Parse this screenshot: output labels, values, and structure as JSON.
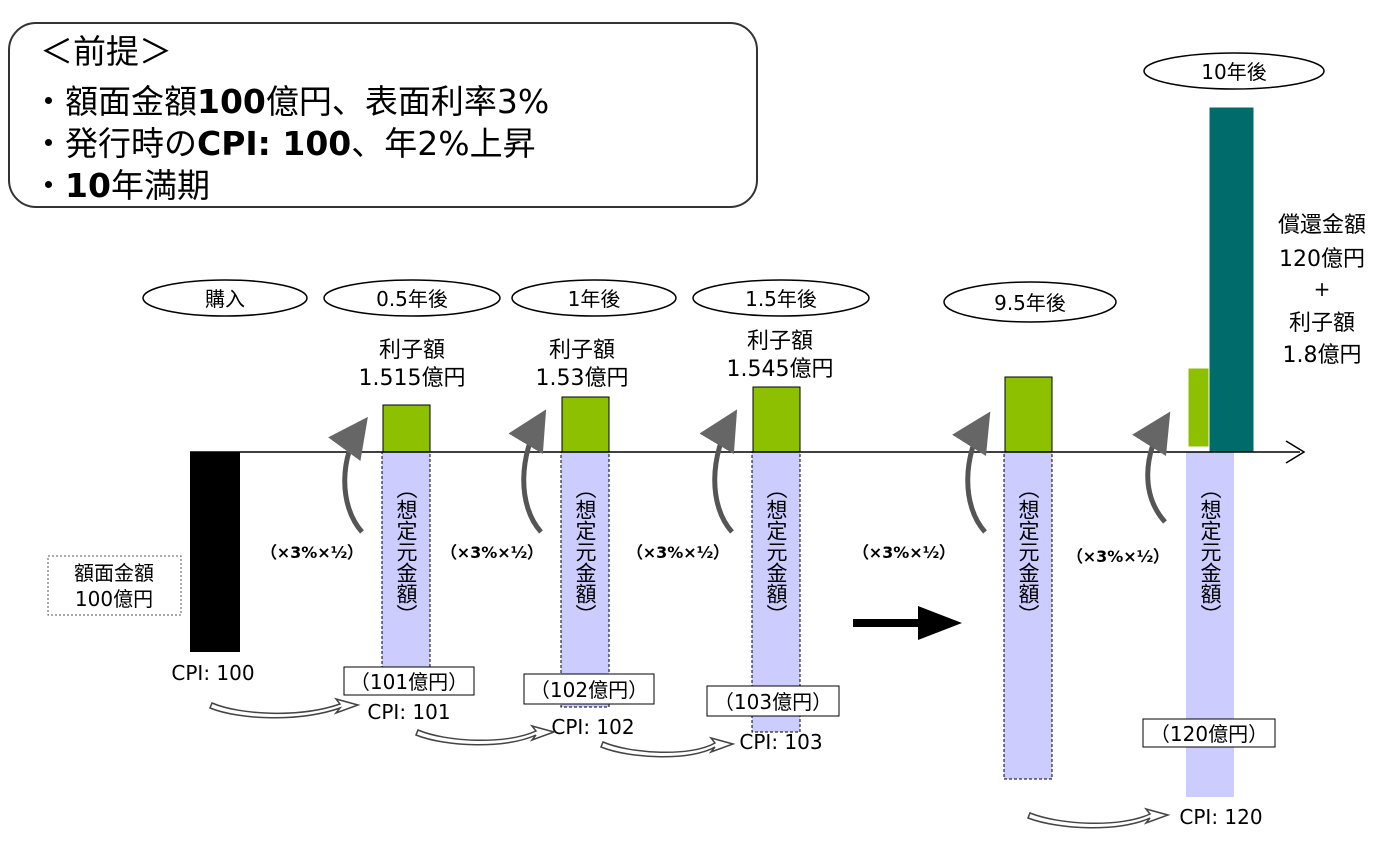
{
  "premise": {
    "title": "＜前提＞",
    "line1": {
      "bullet": "・",
      "a": "額面金額",
      "b": "100",
      "c": "億円、表面利率3%"
    },
    "line2": {
      "bullet": "・",
      "a": "発行時の",
      "b": "CPI: 100",
      "c": "、年2%上昇"
    },
    "line3": {
      "bullet": "・",
      "b": "10",
      "c": "年満期"
    }
  },
  "periods": {
    "purchase": "購入",
    "p05": "0.5年後",
    "p1": "1年後",
    "p15": "1.5年後",
    "p95": "9.5年後",
    "p10": "10年後"
  },
  "interest": {
    "label": "利子額",
    "v05": "1.515億円",
    "v1": "1.53億円",
    "v15": "1.545億円"
  },
  "face": {
    "label1": "額面金額",
    "label2": "100億円"
  },
  "principal_label": "（想定元金額）",
  "principals": {
    "p05": "（101億円）",
    "p1": "（102億円）",
    "p15": "（103億円）",
    "p10": "（120億円）"
  },
  "cpi": {
    "c100": "CPI: 100",
    "c101": "CPI: 101",
    "c102": "CPI: 102",
    "c103": "CPI: 103",
    "c120": "CPI: 120"
  },
  "rate_label": "（×3%×½）",
  "redemption": {
    "l1": "償還金額",
    "l2": "120億円",
    "l3": "+",
    "l4": "利子額",
    "l5": "1.8億円"
  },
  "colors": {
    "green": "#8dc100",
    "teal": "#006b6b",
    "lavender": "#ccccff",
    "black": "#000000"
  }
}
